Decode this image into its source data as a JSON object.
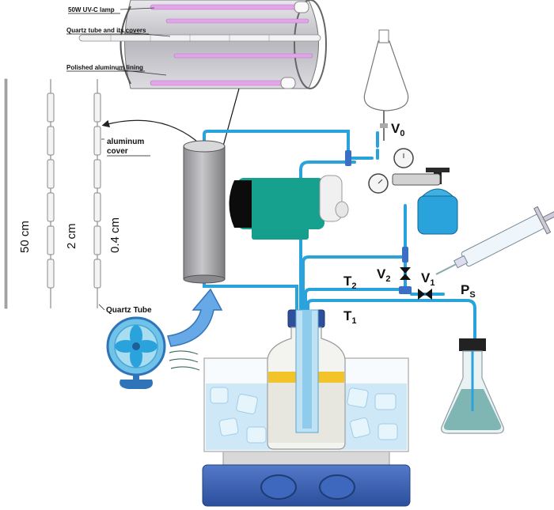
{
  "lamp_labels": {
    "lamp": "50W UV-C lamp",
    "quartz": "Quartz tube and its covers",
    "lining": "Polished aluminum lining"
  },
  "tube_labels": {
    "aluminum_cover_1": "aluminum",
    "aluminum_cover_2": "cover",
    "quartz_tube": "Quartz Tube",
    "dim_length": "50 cm",
    "dim_outer": "2 cm",
    "dim_inner": "0.4 cm"
  },
  "symbols": {
    "V0": {
      "main": "V",
      "sub": "0"
    },
    "V1": {
      "main": "V",
      "sub": "1"
    },
    "V2": {
      "main": "V",
      "sub": "2"
    },
    "T1": {
      "main": "T",
      "sub": "1"
    },
    "T2": {
      "main": "T",
      "sub": "2"
    },
    "Ps": {
      "main": "P",
      "sub": "S"
    }
  },
  "colors": {
    "tubing": "#2aa3dc",
    "pump": "#169e8c",
    "lamp_pink": "#e3a4ea",
    "lamp_shell": "#c9c9cf",
    "ice_blue": "#cfe8f8",
    "liquid_yellow": "#f3c42a",
    "stirrer": "#3a63b8",
    "fan": "#3aa7d6",
    "cylinder": "#a9a9ac"
  }
}
